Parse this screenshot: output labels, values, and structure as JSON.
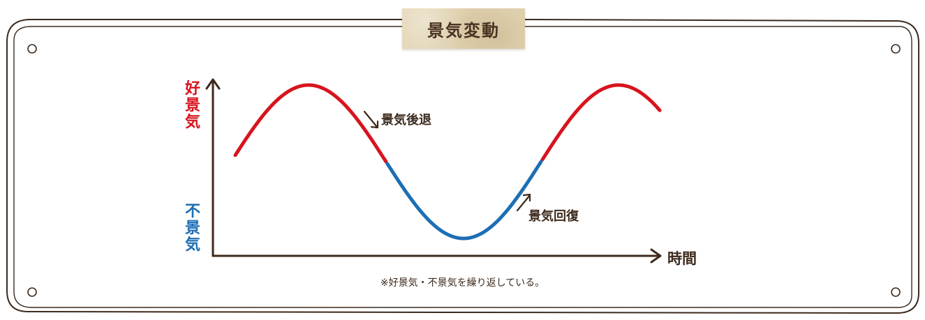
{
  "title": "景気変動",
  "axis": {
    "y_top_label": "好景気",
    "y_bottom_label": "不景気",
    "x_label": "時間"
  },
  "annotations": {
    "recession": "景気後退",
    "recovery": "景気回復"
  },
  "note": "※好景気・不景気を繰り返している。",
  "colors": {
    "boom": "#d7141e",
    "bust": "#1c6eb4",
    "axis": "#3d2a1c",
    "title_bg": "#e3d6b6",
    "frame": "#3d2a1c"
  },
  "icons": {
    "screws": [
      "screw-icon-top-left",
      "screw-icon-top-right",
      "screw-icon-bottom-left",
      "screw-icon-bottom-right"
    ]
  }
}
